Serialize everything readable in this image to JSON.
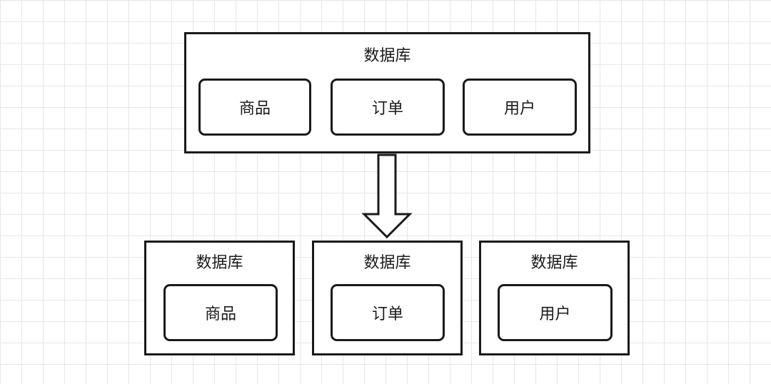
{
  "source": {
    "title": "数据库",
    "tables": [
      "商品",
      "订单",
      "用户"
    ]
  },
  "targets": [
    {
      "title": "数据库",
      "table": "商品"
    },
    {
      "title": "数据库",
      "table": "订单"
    },
    {
      "title": "数据库",
      "table": "用户"
    }
  ]
}
